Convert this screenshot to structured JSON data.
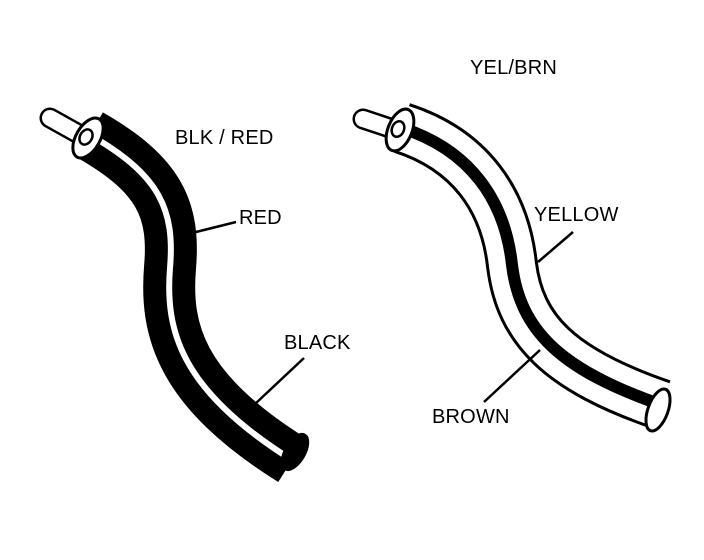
{
  "colors": {
    "ink": "#000000",
    "paper": "#ffffff"
  },
  "wires": [
    {
      "code": "BLK / RED",
      "base_color": "BLACK",
      "stripe_color": "RED"
    },
    {
      "code": "YEL/BRN",
      "base_color": "YELLOW",
      "stripe_color": "BROWN"
    }
  ]
}
